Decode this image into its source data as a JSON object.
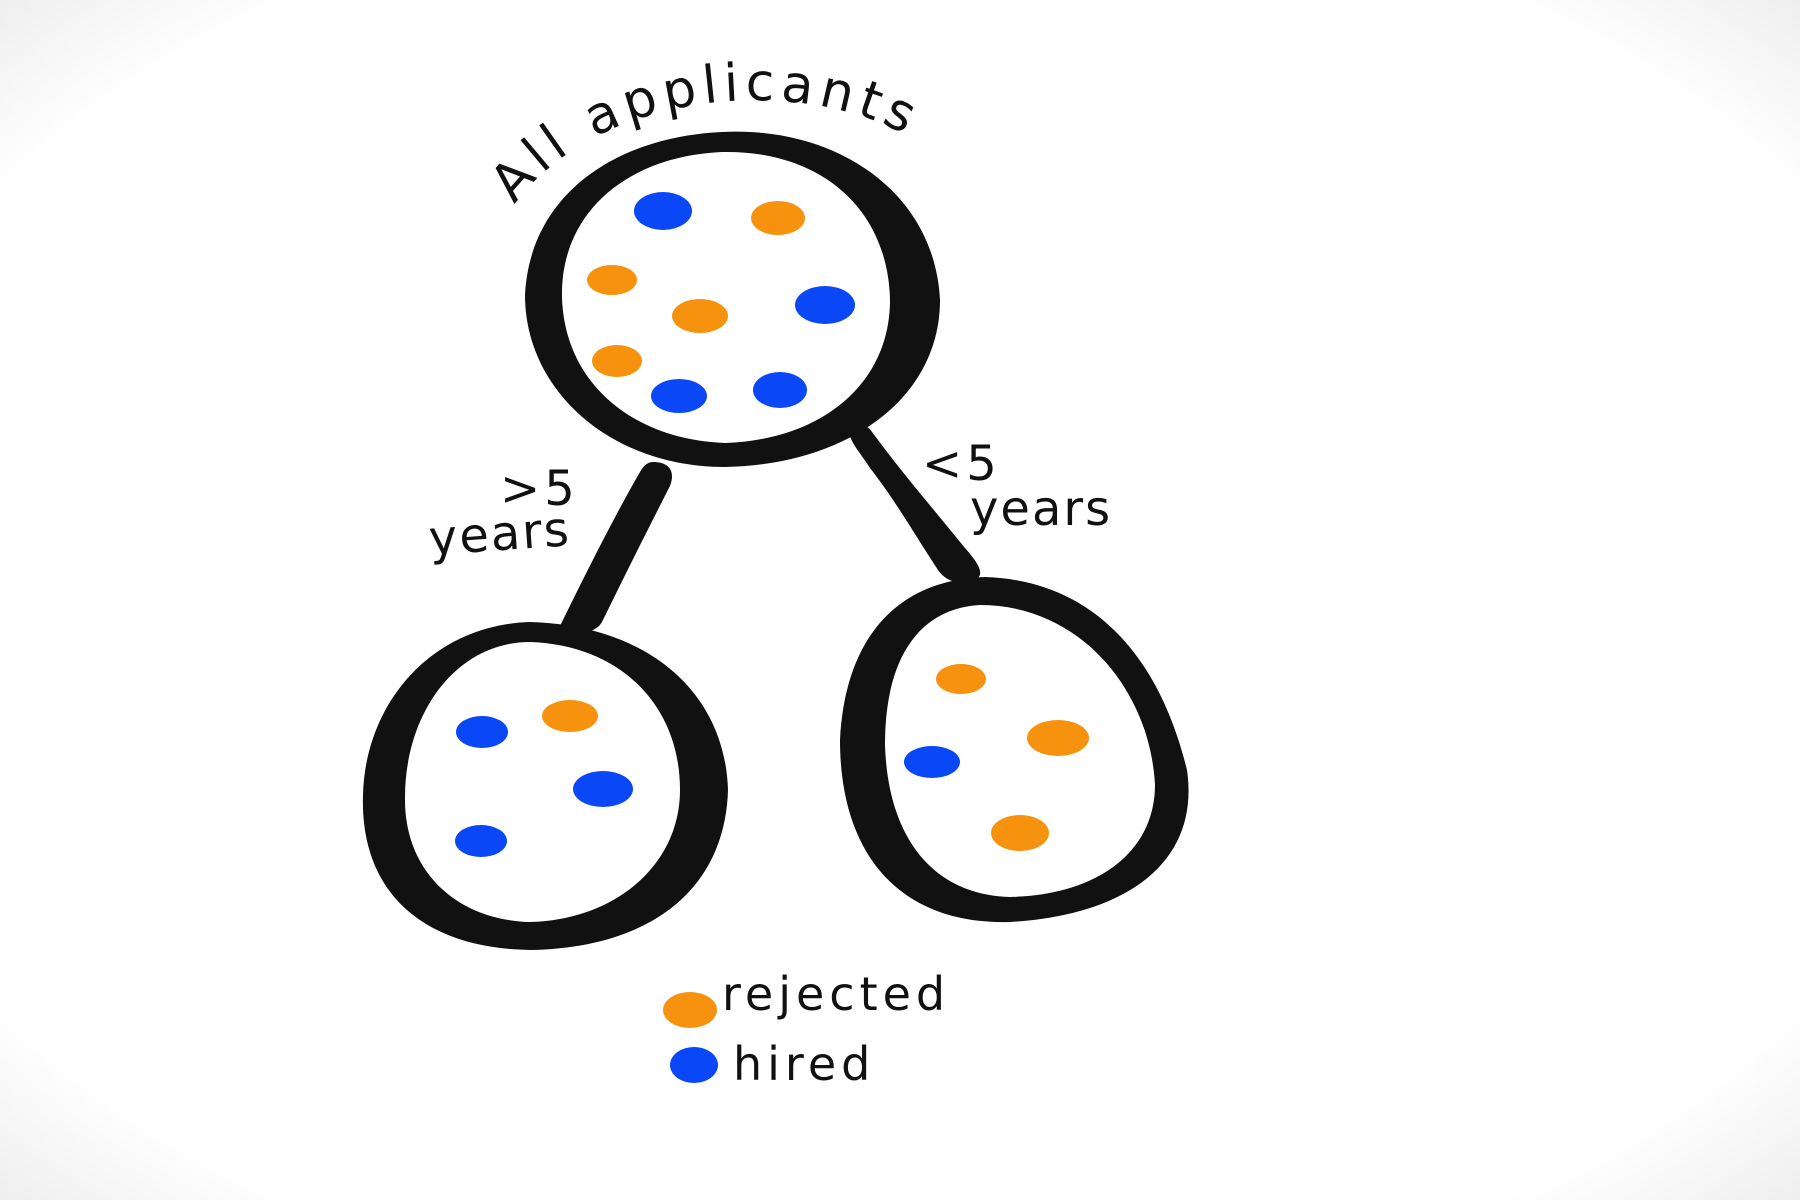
{
  "diagram": {
    "root": {
      "label": "All applicants",
      "applicants": [
        {
          "status": "hired"
        },
        {
          "status": "rejected"
        },
        {
          "status": "rejected"
        },
        {
          "status": "rejected"
        },
        {
          "status": "hired"
        },
        {
          "status": "rejected"
        },
        {
          "status": "hired"
        },
        {
          "status": "hired"
        }
      ]
    },
    "branches": [
      {
        "edge_label_line1": ">5",
        "edge_label_line2": "years",
        "applicants": [
          {
            "status": "hired"
          },
          {
            "status": "rejected"
          },
          {
            "status": "hired"
          },
          {
            "status": "hired"
          }
        ]
      },
      {
        "edge_label_line1": "<5",
        "edge_label_line2": "years",
        "applicants": [
          {
            "status": "rejected"
          },
          {
            "status": "rejected"
          },
          {
            "status": "hired"
          },
          {
            "status": "rejected"
          }
        ]
      }
    ]
  },
  "legend": {
    "rejected_label": "rejected",
    "hired_label": "hired"
  },
  "colors": {
    "rejected": "#f7920f",
    "hired": "#0a47f7",
    "ink": "#111111",
    "background": "#ffffff"
  }
}
